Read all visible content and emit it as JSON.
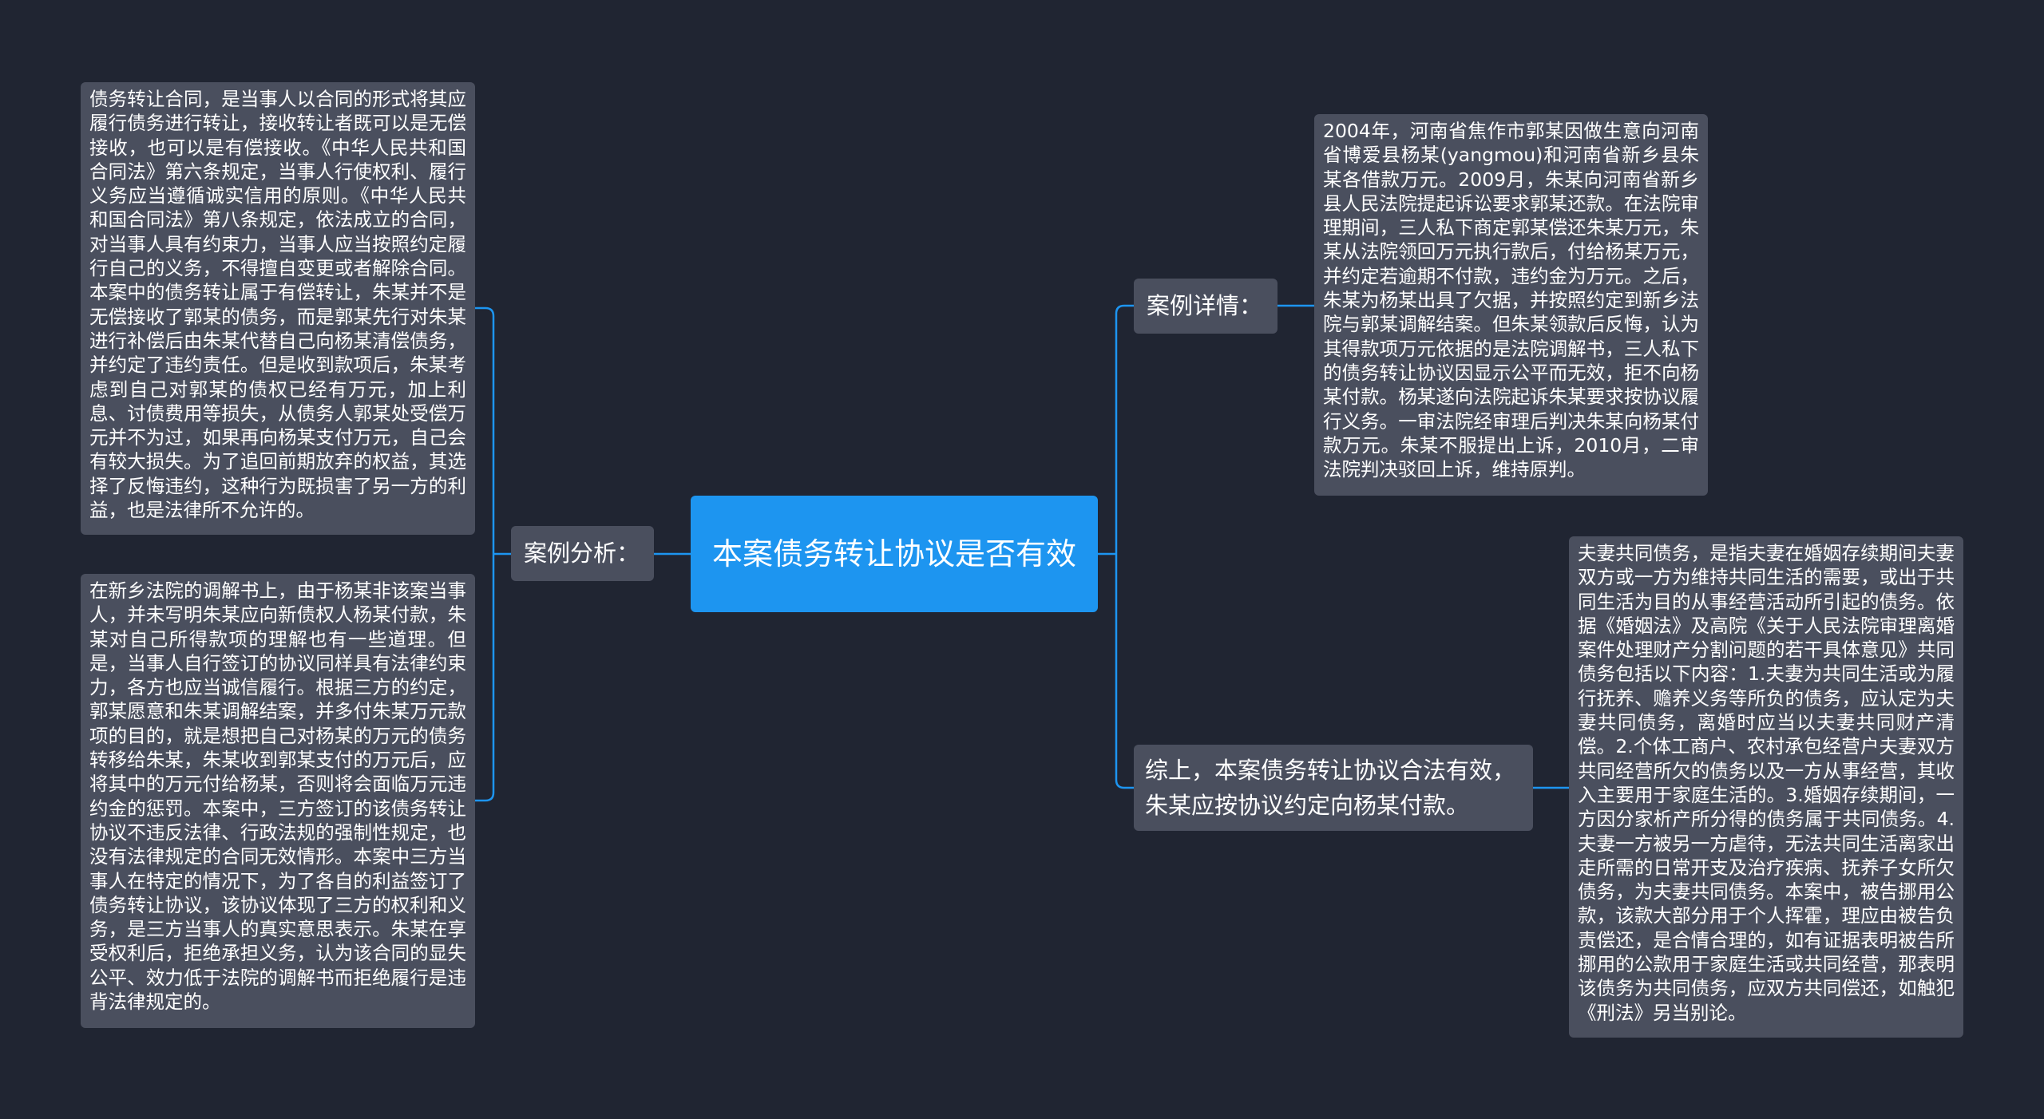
{
  "colors": {
    "background": "#202532",
    "root_fill": "#1d95f0",
    "node_fill": "#4a4f5e",
    "connector": "#1d95f0"
  },
  "root": {
    "text": "本案债务转让协议是否有效"
  },
  "branches": {
    "analysis": {
      "label": "案例分析：",
      "leaves": [
        "债务转让合同，是当事人以合同的形式将其应履行债务进行转让，接收转让者既可以是无偿接收，也可以是有偿接收。《中华人民共和国合同法》第六条规定，当事人行使权利、履行义务应当遵循诚实信用的原则。《中华人民共和国合同法》第八条规定，依法成立的合同，对当事人具有约束力，当事人应当按照约定履行自己的义务，不得擅自变更或者解除合同。本案中的债务转让属于有偿转让，朱某并不是无偿接收了郭某的债务，而是郭某先行对朱某进行补偿后由朱某代替自己向杨某清偿债务，并约定了违约责任。但是收到款项后，朱某考虑到自己对郭某的债权已经有万元，加上利息、讨债费用等损失，从债务人郭某处受偿万元并不为过，如果再向杨某支付万元，自己会有较大损失。为了追回前期放弃的权益，其选择了反悔违约，这种行为既损害了另一方的利益，也是法律所不允许的。",
        "在新乡法院的调解书上，由于杨某非该案当事人，并未写明朱某应向新债权人杨某付款，朱某对自己所得款项的理解也有一些道理。但是，当事人自行签订的协议同样具有法律约束力，各方也应当诚信履行。根据三方的约定，郭某愿意和朱某调解结案，并多付朱某万元款项的目的，就是想把自己对杨某的万元的债务转移给朱某，朱某收到郭某支付的万元后，应将其中的万元付给杨某，否则将会面临万元违约金的惩罚。本案中，三方签订的该债务转让协议不违反法律、行政法规的强制性规定，也没有法律规定的合同无效情形。本案中三方当事人在特定的情况下，为了各自的利益签订了债务转让协议，该协议体现了三方的权利和义务，是三方当事人的真实意思表示。朱某在享受权利后，拒绝承担义务，认为该合同的显失公平、效力低于法院的调解书而拒绝履行是违背法律规定的。"
      ]
    },
    "detail": {
      "label": "案例详情：",
      "leaves": [
        "2004年，河南省焦作市郭某因做生意向河南省博爱县杨某(yangmou)和河南省新乡县朱某各借款万元。2009月，朱某向河南省新乡县人民法院提起诉讼要求郭某还款。在法院审理期间，三人私下商定郭某偿还朱某万元，朱某从法院领回万元执行款后，付给杨某万元，并约定若逾期不付款，违约金为万元。之后，朱某为杨某出具了欠据，并按照约定到新乡法院与郭某调解结案。但朱某领款后反悔，认为其得款项万元依据的是法院调解书，三人私下的债务转让协议因显示公平而无效，拒不向杨某付款。杨某遂向法院起诉朱某要求按协议履行义务。一审法院经审理后判决朱某向杨某付款万元。朱某不服提出上诉，2010月，二审法院判决驳回上诉，维持原判。"
      ]
    },
    "summary": {
      "label": "综上，本案债务转让协议合法有效，朱某应按协议约定向杨某付款。",
      "leaves": [
        "夫妻共同债务，是指夫妻在婚姻存续期间夫妻双方或一方为维持共同生活的需要，或出于共同生活为目的从事经营活动所引起的债务。依据《婚姻法》及高院《关于人民法院审理离婚案件处理财产分割问题的若干具体意见》共同债务包括以下内容：1.夫妻为共同生活或为履行抚养、赡养义务等所负的债务，应认定为夫妻共同债务，离婚时应当以夫妻共同财产清偿。2.个体工商户、农村承包经营户夫妻双方共同经营所欠的债务以及一方从事经营，其收入主要用于家庭生活的。3.婚姻存续期间，一方因分家析产所分得的债务属于共同债务。4.夫妻一方被另一方虐待，无法共同生活离家出走所需的日常开支及治疗疾病、抚养子女所欠债务，为夫妻共同债务。本案中，被告挪用公款，该款大部分用于个人挥霍，理应由被告负责偿还，是合情合理的，如有证据表明被告所挪用的公款用于家庭生活或共同经营，那表明该债务为共同债务，应双方共同偿还，如触犯《刑法》另当别论。"
      ]
    }
  }
}
